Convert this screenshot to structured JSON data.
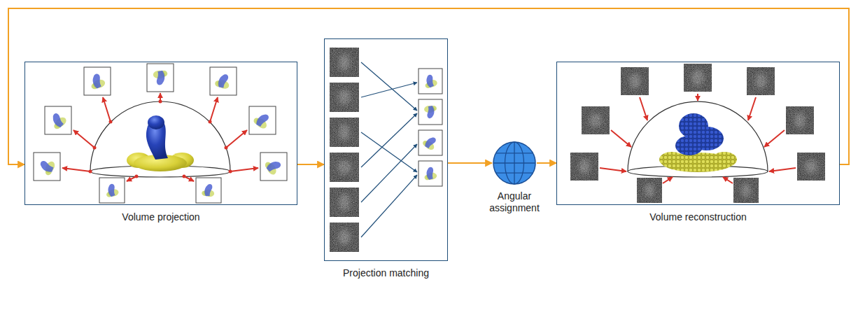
{
  "diagram": {
    "nodes": [
      {
        "text": [
          "Volume projection"
        ]
      },
      {
        "text": [
          "Projection matching"
        ]
      },
      {
        "text": [
          "Angular assignment"
        ]
      },
      {
        "text": [
          "Volume reconstruction"
        ]
      }
    ],
    "edges": [
      {
        "from": 0,
        "to": 1,
        "arrow": "to"
      },
      {
        "from": 1,
        "to": 2,
        "arrow": "to"
      },
      {
        "from": 2,
        "to": 3,
        "arrow": "to"
      },
      {
        "from": 3,
        "to": 0,
        "arrow": "to"
      }
    ]
  }
}
